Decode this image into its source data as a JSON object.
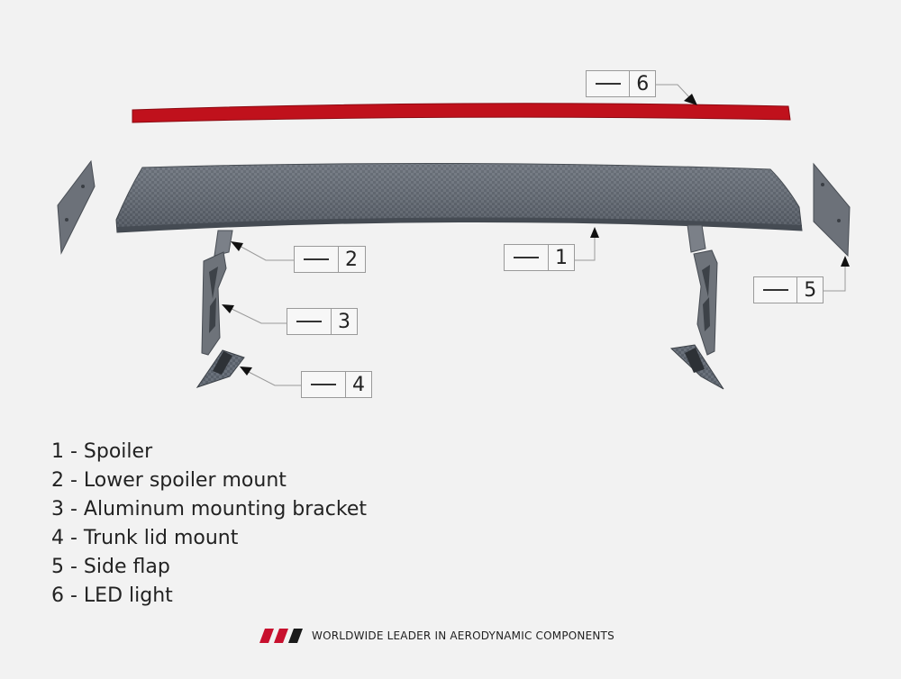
{
  "callouts": [
    {
      "number": "6"
    },
    {
      "number": "2"
    },
    {
      "number": "1"
    },
    {
      "number": "5"
    },
    {
      "number": "3"
    },
    {
      "number": "4"
    }
  ],
  "legend": {
    "items": [
      "1 - Spoiler",
      "2 - Lower spoiler mount",
      "3 - Aluminum mounting bracket",
      "4 - Trunk lid mount",
      "5 - Side flap",
      "6 - LED light"
    ]
  },
  "footer": {
    "tagline": "WORLDWIDE LEADER IN AERODYNAMIC COMPONENTS"
  },
  "colors": {
    "led": "#c0111c",
    "carbon": "#5b626b",
    "bracket": "#6e737a",
    "brand_red": "#c8102e",
    "brand_black": "#1a1a1a"
  }
}
